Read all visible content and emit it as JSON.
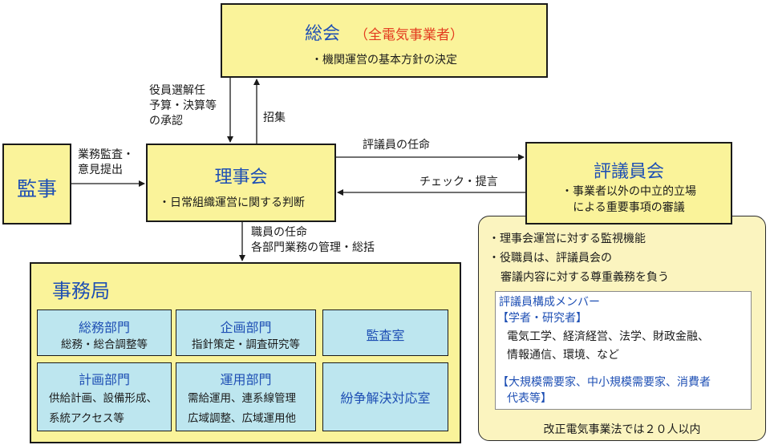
{
  "soukai": {
    "title": "総会",
    "title_note": "（全電気事業者）",
    "item": "・機関運営の基本方針の決定"
  },
  "kanji": {
    "title": "監事"
  },
  "rijikai": {
    "title": "理事会",
    "item": "・日常組織運営に関する判断"
  },
  "hyogiinkai": {
    "title": "評議員会",
    "items": [
      "・事業者以外の中立的立場",
      "による重要事項の審議"
    ]
  },
  "hyogiin_panel": {
    "items": [
      "・理事会運営に対する監視機能",
      "・役職員は、評議員会の",
      "審議内容に対する尊重義務を負う"
    ],
    "members_title": "評議員構成メンバー",
    "group1_label": "【学者・研究者】",
    "group1_lines": [
      "電気工学、経済経営、法学、財政金融、",
      "情報通信、環境、など"
    ],
    "group2_lines": [
      "【大規模需要家、中小規模需要家、消費者",
      "代表等】"
    ],
    "note": "改正電気事業法では２０人以内"
  },
  "arrows": {
    "soukai_to_riji": [
      "役員選解任",
      "予算・決算等",
      "の承認"
    ],
    "riji_to_soukai": "招集",
    "kanji_to_riji": [
      "業務監査・",
      "意見提出"
    ],
    "riji_to_hyogi": "評議員の任命",
    "hyogi_to_riji": "チェック・提言",
    "riji_to_jimu": [
      "職員の任命",
      "各部門業務の管理・総括"
    ]
  },
  "jimukyoku": {
    "title": "事務局",
    "depts": {
      "soumu": {
        "name": "総務部門",
        "lines": [
          "総務・総合調整等"
        ]
      },
      "kikaku": {
        "name": "企画部門",
        "lines": [
          "指針策定・調査研究等"
        ]
      },
      "kansa": {
        "name": "監査室"
      },
      "keikaku": {
        "name": "計画部門",
        "lines": [
          "供給計画、設備形成、",
          "系統アクセス等"
        ]
      },
      "unyo": {
        "name": "運用部門",
        "lines": [
          "需給運用、連系線管理",
          "広域調整、広域運用他"
        ]
      },
      "funso": {
        "name": "紛争解決対応室"
      }
    }
  }
}
